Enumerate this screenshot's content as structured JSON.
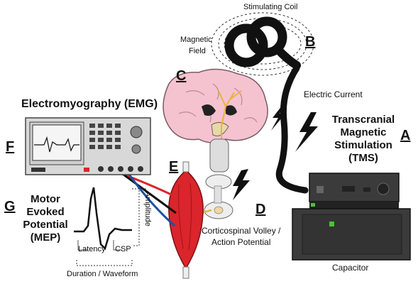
{
  "labels": {
    "stimulating_coil": "Stimulating Coil",
    "magnetic_field_1": "Magnetic",
    "magnetic_field_2": "Field",
    "electric_current": "Electric Current",
    "emg_title": "Electromyography (EMG)",
    "tms_1": "Transcranial",
    "tms_2": "Magnetic",
    "tms_3": "Stimulation",
    "tms_4": "(TMS)",
    "mep_1": "Motor",
    "mep_2": "Evoked",
    "mep_3": "Potential",
    "mep_4": "(MEP)",
    "latency": "Latency",
    "csp": "CSP",
    "amplitude": "Amplitude",
    "duration": "Duration / Waveform",
    "volley_1": "Corticospinal Volley /",
    "volley_2": "Action Potential",
    "capacitor": "Capacitor"
  },
  "letters": {
    "a": "A",
    "b": "B",
    "c": "C",
    "d": "D",
    "e": "E",
    "f": "F",
    "g": "G"
  },
  "colors": {
    "brain": "#f4c3cf",
    "brain_outline": "#7a5a66",
    "muscle": "#d9252b",
    "nerve": "#e7b43b",
    "device_dark": "#333333",
    "device_light": "#d8d8d8",
    "led": "#49c23a"
  }
}
